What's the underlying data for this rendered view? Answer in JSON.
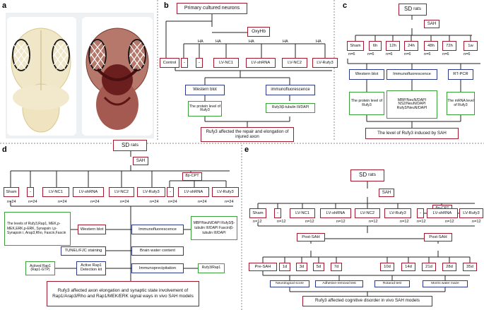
{
  "panels": {
    "a": {
      "label": "a"
    },
    "b": {
      "label": "b",
      "top": "Primary cultured neurons",
      "oxyhb": "OxyHb",
      "groups": [
        "Control",
        "-",
        "-",
        "LV-NC1",
        "LV-shRNA",
        "LV-NC2",
        "LV-Rufy3"
      ],
      "ha": [
        "HA",
        "HA",
        "HA",
        "HA",
        "HA"
      ],
      "assays": [
        "Western blot",
        "immunofluorescence"
      ],
      "results": [
        "The protein level of Rufy3",
        "Rufy3/β-tubulin III/DAPI"
      ],
      "conclusion": "Rufy3 affected the repair and elongation of injured axon"
    },
    "c": {
      "label": "c",
      "top_a": "SD",
      "top_b": "rats",
      "sah": "SAH",
      "groups": [
        "Sham",
        "6h",
        "12h",
        "24h",
        "48h",
        "72h",
        "1w"
      ],
      "n": [
        "n=6",
        "n=6",
        "n=6",
        "n=6",
        "n=6",
        "n=6",
        "n=6"
      ],
      "assays": [
        "Western blot",
        "Immunofluorescence",
        "RT-PCR"
      ],
      "results": [
        "The protein level of Rufy3",
        "MBP/NeuN/DAPI NS2/NeuN/DAPI Rufy3/NeuN/DAPI",
        "The mRNA level of Rufy3"
      ],
      "conclusion": "The level of Rufy3 induced by SAH"
    },
    "d": {
      "label": "d",
      "top_a": "SD",
      "top_b": "rats",
      "sah": "SAH",
      "cpt": "8p-CPT",
      "groups": [
        "Sham",
        "-",
        "LV-NC1",
        "LV-shRNA",
        "LV-NC2",
        "LV-Rufy3",
        "-",
        "LV-shRNA",
        "LV-Rufy3"
      ],
      "n": [
        "n=24",
        "n=24",
        "n=24",
        "n=24",
        "n=24",
        "n=24",
        "n=24",
        "n=24",
        "n=24"
      ],
      "levels": "The levels of Rufy3,Rap1, MEK,p-MEK,ERK,p-ERK, Synapsin Ⅰ,p-Synapsin Ⅰ, Arap3,Rho, Fascin,Fascin",
      "wb": "Western blot",
      "if": "Immunofluorescence",
      "if_res": "MBP/NeuN/DAPI Rufy3/β-tubulin III/DAPI Fascin/β-tubulin III/DAPI",
      "tunel": "TUNEL/FJC staining",
      "water": "Brain water content",
      "rap1": "Actived Rap1 (Rap1-GTP)",
      "kit": "Active Rap1 Detection kit",
      "ip": "Immunoprecipitation",
      "ip_res": "Rufy3/Rap1",
      "conclusion": "Rufy3 affected axon elongation and synaptic state involvement of Rap1/Arap3/Rho and Rap1/MEK/ERK signal ways in vivo SAH models"
    },
    "e": {
      "label": "e",
      "top_a": "SD",
      "top_b": "rats",
      "sah": "SAH",
      "cpt": "8p-CPT",
      "groups": [
        "Sham",
        "-",
        "LV-NC1",
        "LV-shRNA",
        "LV-NC2",
        "LV-Rufy3",
        "-",
        "LV-shRNA",
        "LV-Rufy3"
      ],
      "n": [
        "n=12",
        "n=12",
        "n=12",
        "n=12",
        "n=12",
        "n=12",
        "n=12",
        "n=12",
        "n=12"
      ],
      "post1": "Post-SAH",
      "post2": "Post-SAH",
      "pre": "Pre-SAH",
      "days": [
        "1d",
        "3d",
        "5d",
        "7d",
        "10d",
        "14d",
        "21d",
        "28d",
        "35d"
      ],
      "tests": [
        "Neurological score",
        "Adhesive-removal test",
        "Rotarod test",
        "Morris water maze"
      ],
      "conclusion": "Rufy3 affected cognitive disorder in vivo SAH models"
    }
  }
}
